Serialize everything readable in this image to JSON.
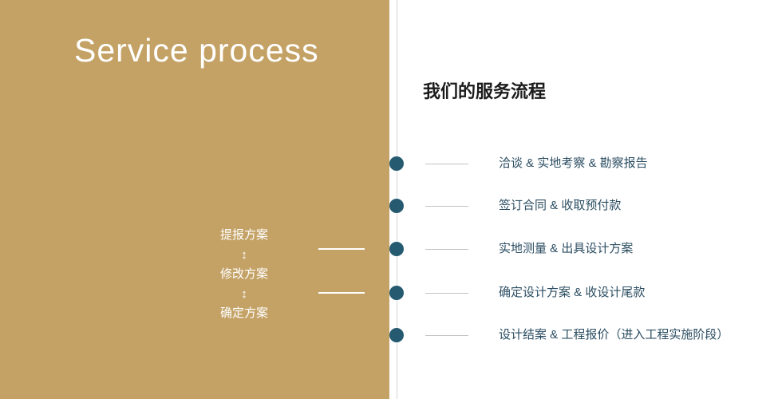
{
  "left_panel": {
    "title": "Service process",
    "flow": {
      "step_submit": "提报方案",
      "arrow": "↕",
      "step_revise": "修改方案",
      "step_confirm": "确定方案"
    }
  },
  "right_panel": {
    "title": "我们的服务流程",
    "steps": [
      "洽谈 & 实地考察 & 勘察报告",
      "签订合同 & 收取预付款",
      "实地测量 & 出具设计方案",
      "确定设计方案 & 收设计尾款",
      "设计结案 & 工程报价（进入工程实施阶段）"
    ]
  },
  "colors": {
    "panel_gold": "#c4a266",
    "dot_navy": "#255a70",
    "step_text_navy": "#2b4d62",
    "dash_gray": "#c3c3c3",
    "timeline_gray": "#d6d6d6",
    "left_text_white": "#ffffff"
  }
}
